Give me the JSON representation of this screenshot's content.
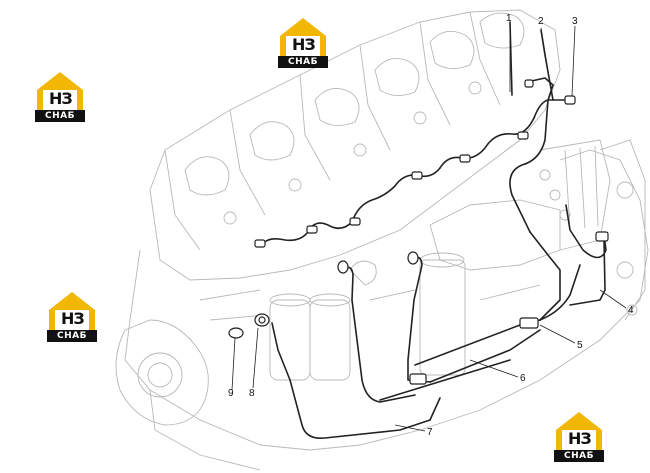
{
  "watermark": {
    "mark": "НЗ",
    "brand": "СНАБ",
    "colors": {
      "gold": "#f2b705",
      "dark": "#111111"
    }
  },
  "callouts": [
    "1",
    "2",
    "3",
    "4",
    "5",
    "6",
    "7",
    "8",
    "9"
  ],
  "colors": {
    "line": "#222222",
    "engine": "#b5b5b5"
  }
}
